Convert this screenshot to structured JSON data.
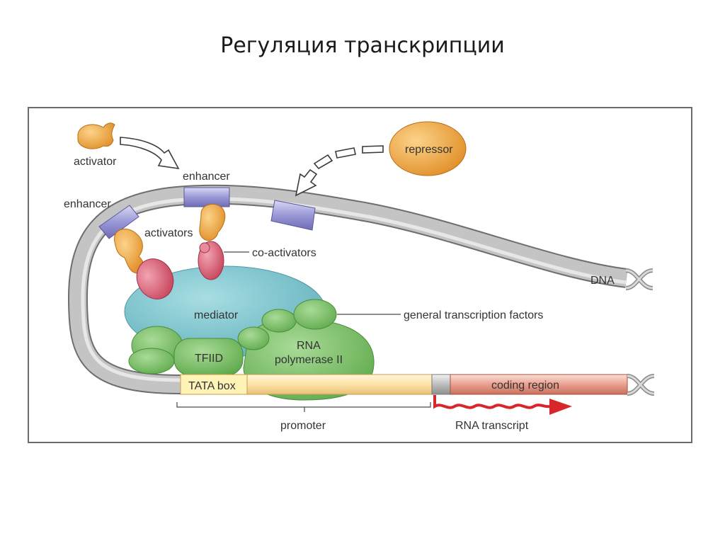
{
  "title": "Регуляция транскрипции",
  "labels": {
    "activator": "activator",
    "enhancer_top": "enhancer",
    "enhancer_left": "enhancer",
    "repressor": "repressor",
    "activators": "activators",
    "co_activators": "co-activators",
    "dna": "DNA",
    "mediator": "mediator",
    "general_transcription_factors": "general transcription factors",
    "tfiid": "TFIID",
    "rna_polymerase_line1": "RNA",
    "rna_polymerase_line2": "polymerase II",
    "tata_box": "TATA box",
    "coding_region": "coding region",
    "promoter": "promoter",
    "rna_transcript": "RNA transcript"
  },
  "colors": {
    "dna_gray": "#bdbdbd",
    "enhancer_purple": "#9a98d6",
    "activator_orange": "#f0a640",
    "coactivator_pink": "#d9647a",
    "mediator_teal": "#7fc6cf",
    "factor_green": "#7cc26a",
    "promoter_yellow": "#fde3a6",
    "coding_red": "#e9a08f",
    "transcript_red": "#d8262a"
  }
}
